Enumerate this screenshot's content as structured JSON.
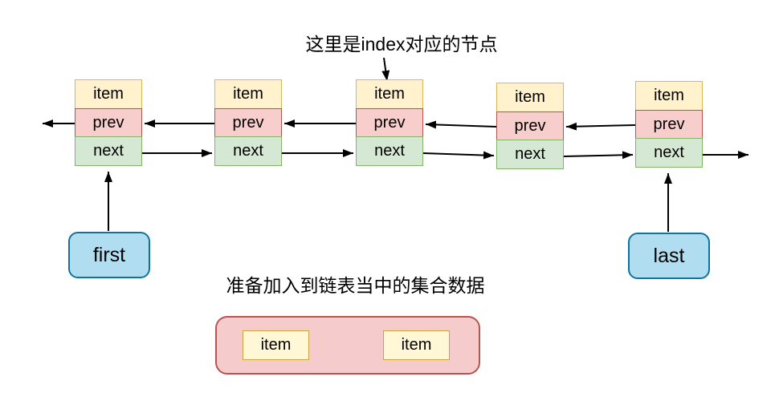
{
  "diagram": {
    "top_annotation": "这里是index对应的节点",
    "bottom_annotation": "准备加入到链表当中的集合数据",
    "nodes": [
      {
        "item": "item",
        "prev": "prev",
        "next": "next"
      },
      {
        "item": "item",
        "prev": "prev",
        "next": "next"
      },
      {
        "item": "item",
        "prev": "prev",
        "next": "next"
      },
      {
        "item": "item",
        "prev": "prev",
        "next": "next"
      },
      {
        "item": "item",
        "prev": "prev",
        "next": "next"
      }
    ],
    "pointers": {
      "first": "first",
      "last": "last"
    },
    "pending_items": [
      "item",
      "item"
    ],
    "colors": {
      "item_fill": "#FFF2CC",
      "item_border": "#D6B656",
      "prev_fill": "#F8CECC",
      "prev_border": "#B85450",
      "next_fill": "#D5E8D4",
      "next_border": "#82B366",
      "pointer_fill": "#B1DDF0",
      "pointer_border": "#10739E",
      "container_fill": "#F5CCCB",
      "container_border": "#B85450",
      "arrow": "#000000"
    }
  }
}
